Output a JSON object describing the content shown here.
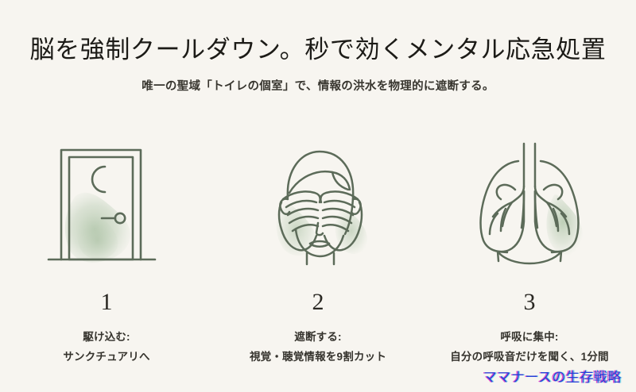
{
  "header": {
    "title": "脳を強制クールダウン。秒で効くメンタル応急処置",
    "subtitle": "唯一の聖域「トイレの個室」で、情報の洪水を物理的に遮断する。"
  },
  "steps": [
    {
      "number": "1",
      "icon": "door-with-moon-icon",
      "line1": "駆け込む:",
      "line2": "サンクチュアリへ"
    },
    {
      "number": "2",
      "icon": "face-covering-eyes-icon",
      "line1": "遮断する:",
      "line2": "視覚・聴覚情報を9割カット"
    },
    {
      "number": "3",
      "icon": "lungs-breathing-icon",
      "line1": "呼吸に集中:",
      "line2": "自分の呼吸音だけを聞く、1分間"
    }
  ],
  "watermark": {
    "text": "ママナースの生存戦略"
  },
  "colors": {
    "background": "#f7f5f0",
    "ink": "#1c1b17",
    "body_text": "#35332d",
    "icon_stroke": "#5c6b59",
    "watercolor": "#c3d2bd",
    "watermark_blue": "#2540d8",
    "watermark_magenta": "#e22dbe",
    "watermark_cyan": "#28c8e1"
  }
}
